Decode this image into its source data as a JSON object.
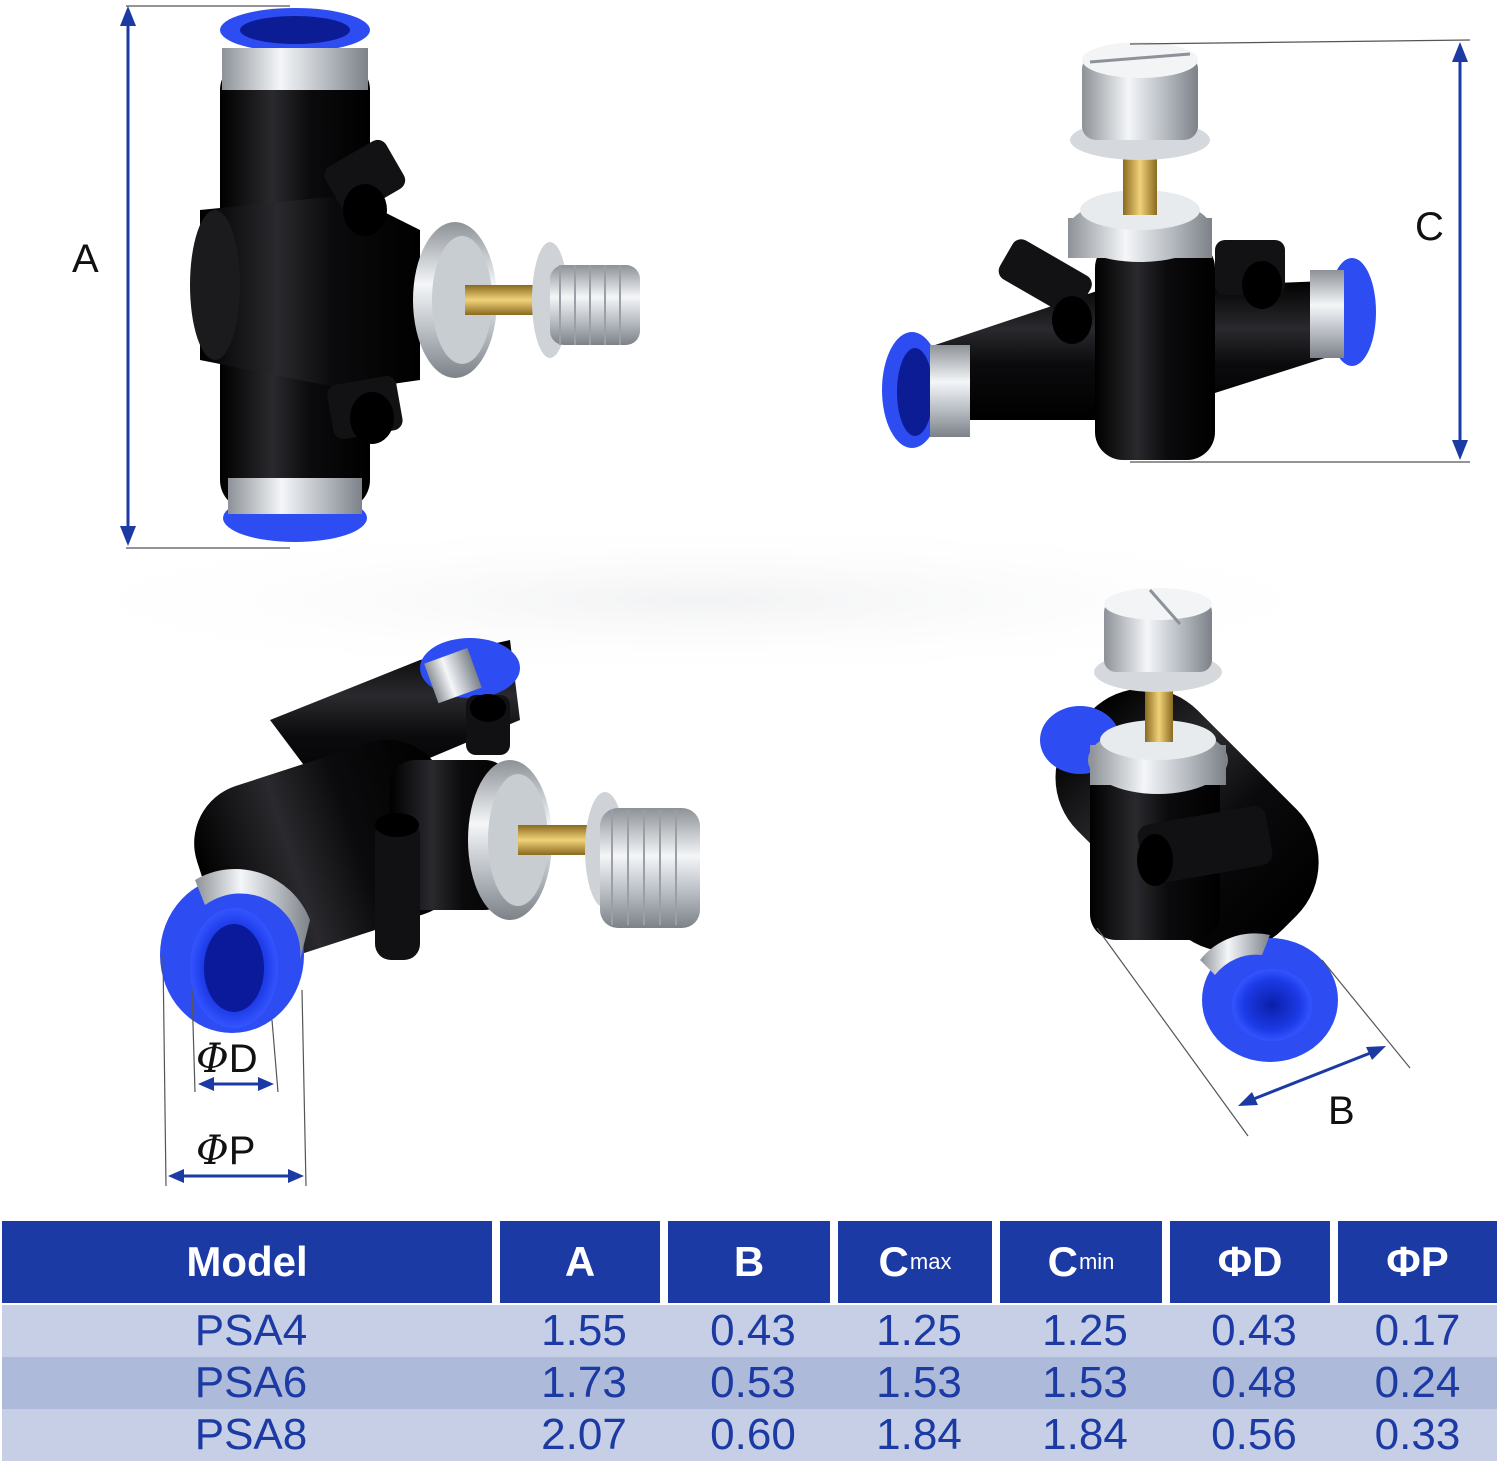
{
  "figure": {
    "dimension_labels": {
      "a": "A",
      "b": "B",
      "c": "C",
      "phi_symbol": "Φ",
      "d": "D",
      "p": "P"
    },
    "colors": {
      "fitting_body": "#111111",
      "collet_blue": "#1f3fe0",
      "dimension_line": "#1b3aa3",
      "brass_screw": "#c9a24a",
      "silver_knob": "#d9dde2"
    }
  },
  "table": {
    "headers": {
      "model": "Model",
      "a": "A",
      "b": "B",
      "c_max_main": "C",
      "c_max_sub": "max",
      "c_min_main": "C",
      "c_min_sub": "min",
      "phi_d": "ΦD",
      "phi_p": "ΦP"
    },
    "rows": [
      {
        "model": "PSA4",
        "a": "1.55",
        "b": "0.43",
        "c_max": "1.25",
        "c_min": "1.25",
        "phi_d": "0.43",
        "phi_p": "0.17"
      },
      {
        "model": "PSA6",
        "a": "1.73",
        "b": "0.53",
        "c_max": "1.53",
        "c_min": "1.53",
        "phi_d": "0.48",
        "phi_p": "0.24"
      },
      {
        "model": "PSA8",
        "a": "2.07",
        "b": "0.60",
        "c_max": "1.84",
        "c_min": "1.84",
        "phi_d": "0.56",
        "phi_p": "0.33"
      }
    ],
    "colors": {
      "header_bg": "#1b3aa3",
      "header_text": "#ffffff",
      "row_odd_bg": "#c6cfe6",
      "row_even_bg": "#aebad9",
      "row_text": "#1b3aa3"
    }
  }
}
